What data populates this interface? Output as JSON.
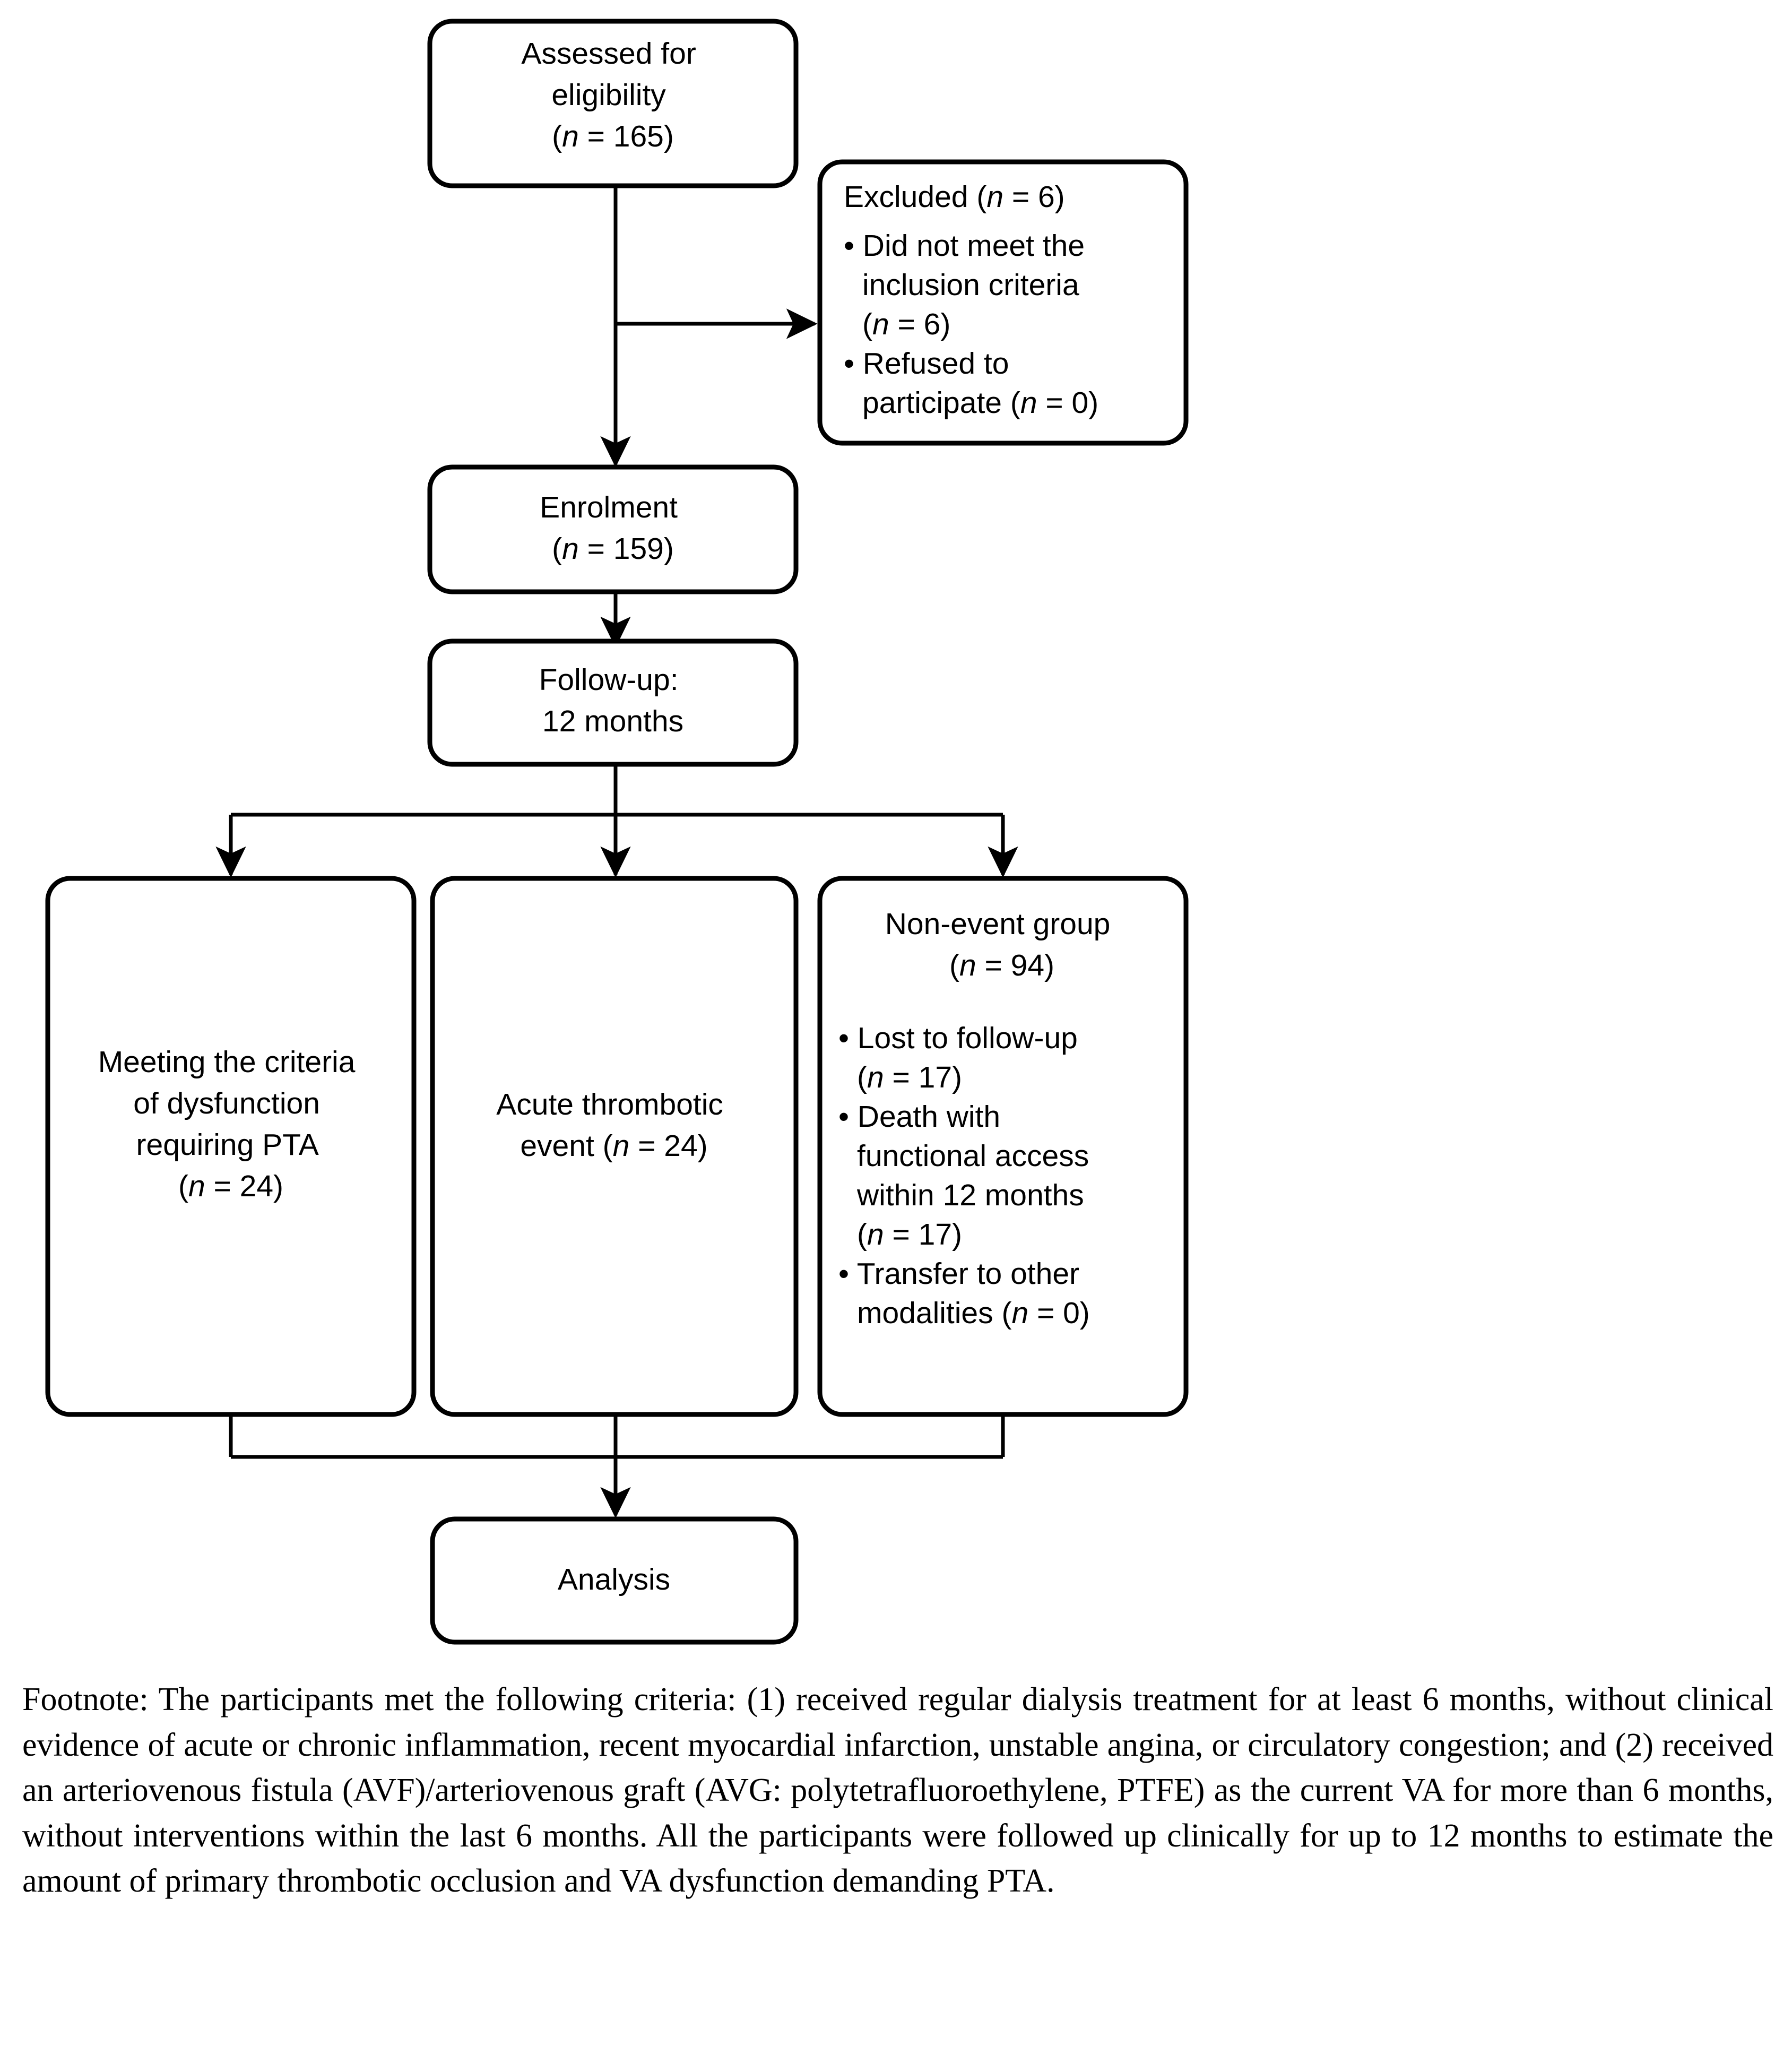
{
  "figure": {
    "type": "consort-flow-diagram",
    "title": "Participant flow diagram"
  },
  "nodes": {
    "assessed": {
      "id": "assessed-for-eligibility",
      "lines": [
        "Assessed for",
        "eligibility",
        "(n = 165)"
      ],
      "n": 165
    },
    "excluded": {
      "id": "excluded",
      "header": "Excluded (n = 6)",
      "n": 6,
      "bullets": [
        {
          "lines": [
            "Did not meet the",
            "inclusion criteria",
            "(n = 6)"
          ],
          "n": 6
        },
        {
          "lines": [
            "Refused to",
            "participate (n = 0)"
          ],
          "n": 0
        }
      ]
    },
    "enrolment": {
      "id": "enrolment",
      "lines": [
        "Enrolment",
        "(n = 159)"
      ],
      "n": 159
    },
    "followup": {
      "id": "follow-up",
      "lines": [
        "Follow-up:",
        "12 months"
      ],
      "duration_months": 12
    },
    "dysfunction": {
      "id": "meeting-criteria-dysfunction-pta",
      "lines": [
        "Meeting the criteria",
        "of dysfunction",
        "requiring PTA",
        "(n = 24)"
      ],
      "n": 24
    },
    "thrombotic": {
      "id": "acute-thrombotic-event",
      "lines": [
        "Acute thrombotic",
        "event (n = 24)"
      ],
      "n": 24
    },
    "nonevent": {
      "id": "non-event-group",
      "header_lines": [
        "Non-event group",
        "(n = 94)"
      ],
      "n": 94,
      "bullets": [
        {
          "lines": [
            "Lost to follow-up",
            "(n = 17)"
          ],
          "n": 17
        },
        {
          "lines": [
            "Death with",
            "functional access",
            "within 12 months",
            "(n = 17)"
          ],
          "n": 17
        },
        {
          "lines": [
            "Transfer to other",
            "modalities (n = 0)"
          ],
          "n": 0
        }
      ]
    },
    "analysis": {
      "id": "analysis",
      "lines": [
        "Analysis"
      ]
    }
  },
  "footnote": {
    "text": "Footnote: The participants met the following criteria: (1) received regular dialysis treatment for at least 6 months, without clinical evidence of acute or chronic inflammation, recent myocardial infarction, unstable angina, or circulatory congestion; and (2) received an arteriovenous fistula (AVF)/arteriovenous graft (AVG: polytetrafluoroethylene, PTFE) as the current VA for more than 6 months, without interventions within the last 6 months. All the participants were followed up clinically for up to 12 months to estimate the amount of primary thrombotic occlusion and VA dysfunction demanding PTA."
  },
  "colors": {
    "stroke": "#000000",
    "fill": "#ffffff",
    "text": "#000000"
  }
}
